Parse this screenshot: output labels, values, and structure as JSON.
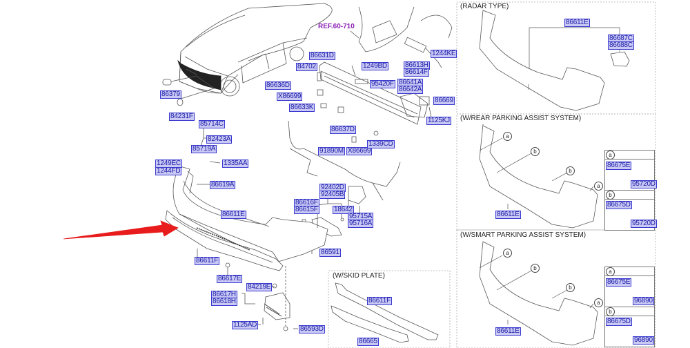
{
  "diagram": {
    "title": "Rear bumper exploded parts diagram",
    "reference": "REF.60-710",
    "colors": {
      "label_bg": "#c9c9f4",
      "label_text": "#1a1aa8",
      "label_border": "#3a3ad0",
      "ref_text": "#8a1fb5",
      "arrow": "#e81c1c"
    },
    "main_labels": {
      "p86379": "86379",
      "p84231F": "84231F",
      "p85714C": "85714C",
      "p82423A": "82423A",
      "p85719A": "85719A",
      "p1249EC": "1249EC",
      "p1244FD": "1244FD",
      "p1335AA": "1335AA",
      "p86619A": "86619A",
      "p86611E": "86611E",
      "p86611F": "86611F",
      "p86617E": "86617E",
      "p84219E": "84219E",
      "p86617H": "86617H",
      "p86618H": "86618H",
      "p1125AD": "1125AD",
      "p86593D": "86593D",
      "p86631D": "86631D",
      "p84702": "84702",
      "p86636D": "86636D",
      "pX86699a": "X86699",
      "p86633K": "86633K",
      "p86637D": "86637D",
      "pX86699b": "X86699",
      "p1249BD": "1249BD",
      "p95420F": "95420F",
      "p1339CD": "1339CD",
      "p91890M": "91890M",
      "p86613H": "86613H",
      "p86614F": "86614F",
      "p1244KE": "1244KE",
      "p86641A": "86641A",
      "p86642A": "86642A",
      "p86669": "86669",
      "p1125KJ": "1125KJ",
      "p92402D": "92402D",
      "p92405B": "92405B",
      "p86616F": "86616F",
      "p86615F": "86615F",
      "p18642": "18642",
      "p95715A": "95715A",
      "p95716A": "95716A",
      "p86591": "86591"
    },
    "skid_plate": {
      "title": "(W/SKID PLATE)",
      "labels": {
        "p86611F": "86611F",
        "p86665": "86665"
      }
    },
    "radar_type": {
      "title": "(RADAR TYPE)",
      "labels": {
        "p86611E": "86611E",
        "p86687C": "86687C",
        "p86688C": "86688C"
      }
    },
    "rear_parking": {
      "title": "(W/REAR PARKING ASSIST SYSTEM)",
      "callouts": [
        "a",
        "b",
        "b",
        "a"
      ],
      "labels": {
        "p86611E": "86611E"
      },
      "inset": {
        "a": {
          "tag": "a",
          "bracket": "86675E",
          "sensor": "95720D"
        },
        "b": {
          "tag": "b",
          "bracket": "86675D",
          "sensor": "95720D"
        }
      }
    },
    "smart_parking": {
      "title": "(W/SMART PARKING ASSIST SYSTEM)",
      "callouts": [
        "a",
        "b",
        "b",
        "a"
      ],
      "labels": {
        "p86611E": "86611E"
      },
      "inset": {
        "a": {
          "tag": "a",
          "bracket": "86675E",
          "sensor": "96890"
        },
        "b": {
          "tag": "b",
          "bracket": "86675D",
          "sensor": "96890"
        }
      }
    }
  }
}
